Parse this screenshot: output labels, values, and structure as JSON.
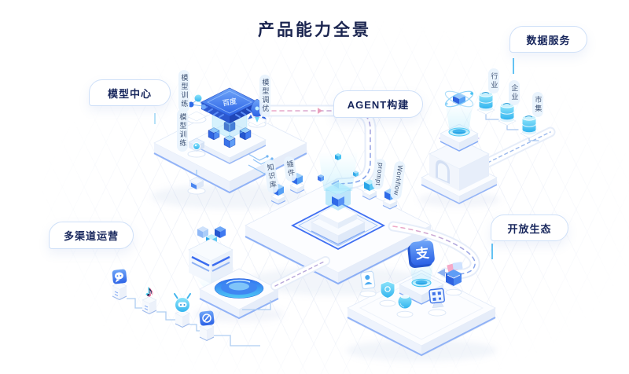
{
  "title": "产品能力全景",
  "colors": {
    "title_text": "#1b2550",
    "accent_blue": "#2f6bef",
    "accent_cyan": "#45c6f5",
    "callout_border": "#cfe0f8",
    "callout_text": "#17265c",
    "pill_bg": "#e9f3fd",
    "pill_text": "#3f5375"
  },
  "sections": {
    "model_center": {
      "label": "模型中心",
      "chip_text": "百度",
      "tags": {
        "top": "模型训练",
        "right": "模型调优",
        "left": "模型训练"
      },
      "icons": [
        "chip-icon",
        "molecule-icon",
        "rocket-icon",
        "camera-icon",
        "projector-icon"
      ]
    },
    "agent_build": {
      "label": "AGENT构建",
      "tags": {
        "knowledge_base": "知识库",
        "plugin": "插件",
        "prompt": "prompt",
        "workflow": "Workflow"
      },
      "icons": [
        "hologram-cube-icon",
        "pedestal-cube-icon"
      ]
    },
    "data_service": {
      "label": "数据服务",
      "tags": {
        "industry": "行业",
        "enterprise": "企业",
        "market": "市集"
      },
      "icons": [
        "atom-icon",
        "database-icon",
        "arch-gate-icon"
      ]
    },
    "multi_channel": {
      "label": "多渠道运营",
      "note_glyph": "♪",
      "icons": [
        "server-stack-icon",
        "projection-disc-icon",
        "wechat-icon",
        "douyin-icon",
        "bot-badge-icon",
        "app-tile-icon"
      ]
    },
    "open_eco": {
      "label": "开放生态",
      "alipay_glyph": "支",
      "icons": [
        "alipay-icon",
        "id-card-icon",
        "shield-icon",
        "bowl-icon",
        "qr-terminal-icon",
        "wallet-icon"
      ]
    }
  }
}
